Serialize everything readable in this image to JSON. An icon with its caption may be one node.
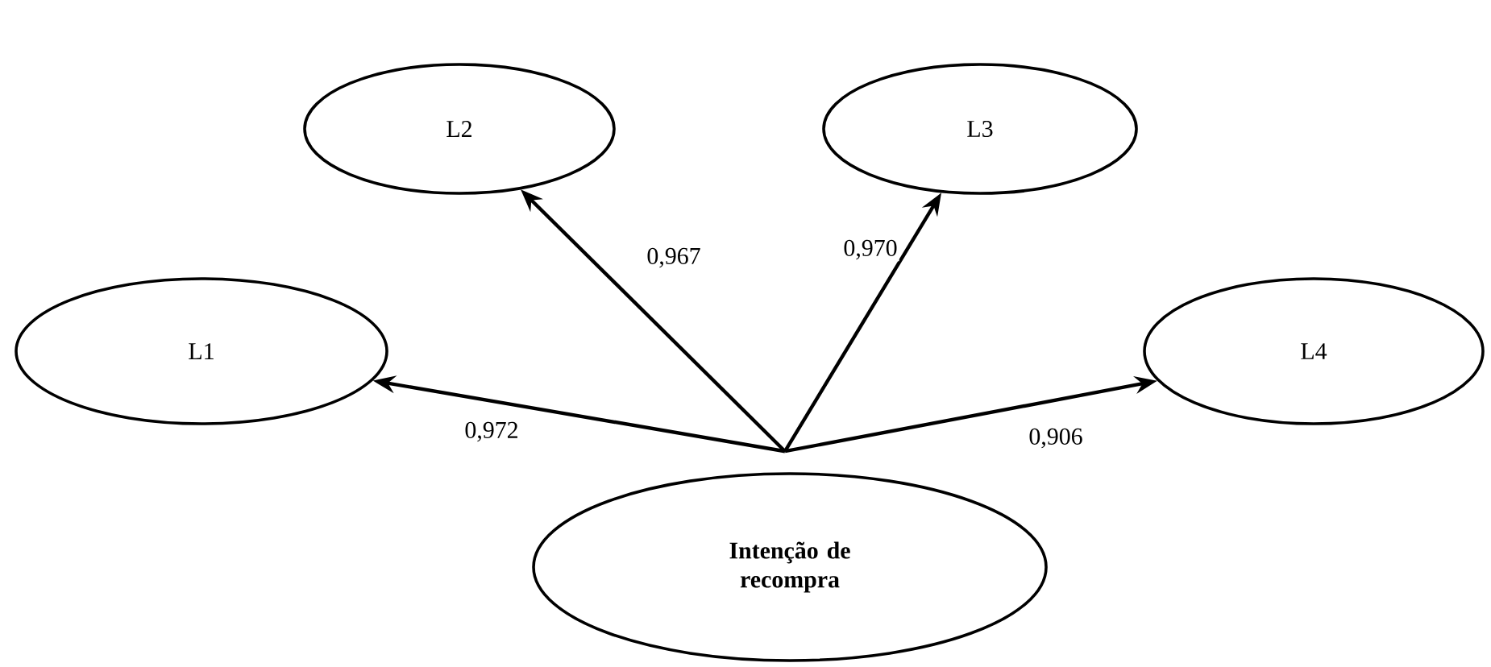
{
  "diagram": {
    "nodes": [
      {
        "text": [
          "L2"
        ]
      },
      {
        "text": [
          "L3"
        ]
      },
      {
        "text": [
          "L1"
        ]
      },
      {
        "text": [
          "L4"
        ]
      },
      {
        "text": [
          "Intenção de recompra"
        ]
      }
    ],
    "edges": [
      {
        "from": 4,
        "to": 2,
        "arrow": "to",
        "label": "0,972"
      },
      {
        "from": 4,
        "to": 0,
        "arrow": "to",
        "label": "0,967"
      },
      {
        "from": 4,
        "to": 1,
        "arrow": "to",
        "label": "0,970"
      },
      {
        "from": 4,
        "to": 3,
        "arrow": "to",
        "label": "0,906"
      }
    ]
  }
}
